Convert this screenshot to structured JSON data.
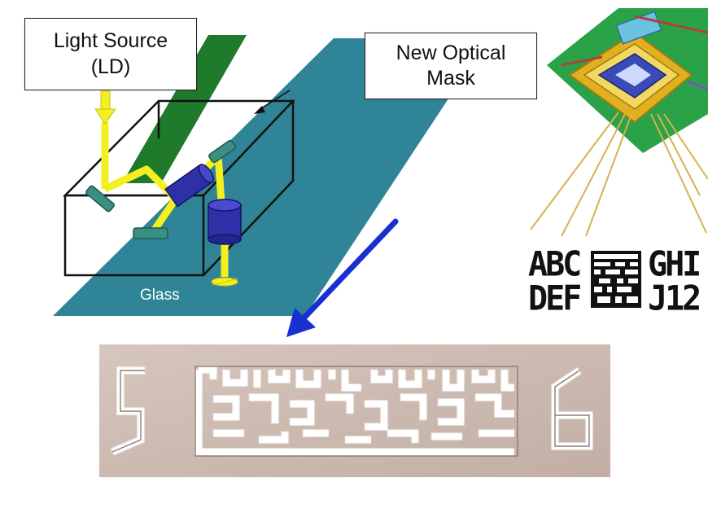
{
  "labels": {
    "light_source_line1": "Light Source",
    "light_source_line2": "(LD)",
    "optical_mask_line1": "New Optical",
    "optical_mask_line2": "Mask",
    "glass": "Glass"
  },
  "chip_marking": {
    "left_line1": "ABC",
    "left_line2": "DEF",
    "right_line1": "GHI",
    "right_line2": "J12"
  },
  "photo_digits": {
    "left": "5",
    "right": "6"
  },
  "colors": {
    "glass": "#2f8497",
    "mask": "#1f7a2c",
    "beam": "#f4f020",
    "optics": "#3a8f80",
    "lens": "#2f2fa8",
    "arrow": "#1a2fd0",
    "photo_bg": "#cdbab0",
    "chip_board": "#2aa248",
    "chip_gold": "#e0b020",
    "chip_core": "#3a4ab8"
  }
}
